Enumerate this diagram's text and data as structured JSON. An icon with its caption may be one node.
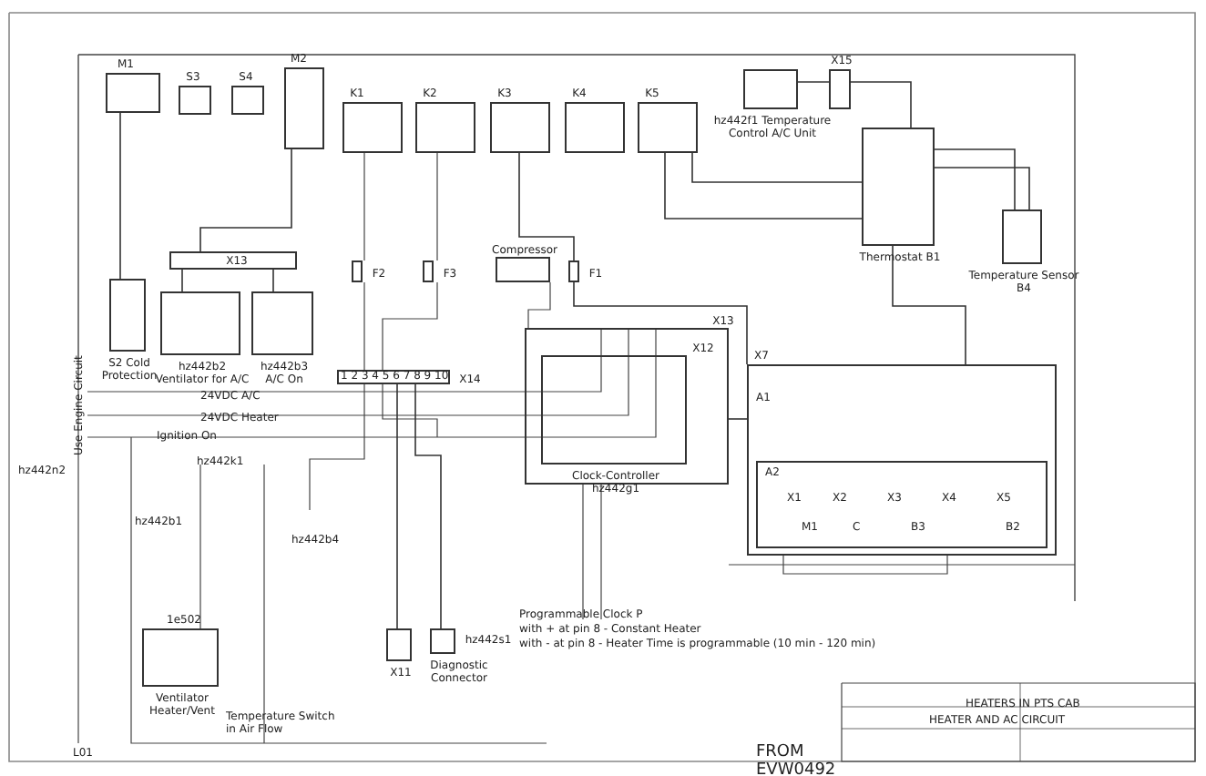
{
  "diagram": {
    "nodes": [
      {
        "text": [
          "M1"
        ]
      },
      {
        "text": [
          "S3"
        ]
      },
      {
        "text": [
          "S4"
        ]
      },
      {
        "text": [
          "M2"
        ]
      },
      {
        "text": [
          "K1"
        ]
      },
      {
        "text": [
          "K2"
        ]
      },
      {
        "text": [
          "K3"
        ]
      },
      {
        "text": [
          "K4"
        ]
      },
      {
        "text": [
          "K5"
        ]
      },
      {
        "text": [
          "hz442f1 Temperature Control A/C Unit"
        ]
      },
      {
        "text": [
          "X15"
        ]
      },
      {
        "text": [
          "Thermostat B1"
        ]
      },
      {
        "text": [
          "Temperature Sensor B4"
        ]
      },
      {
        "text": [
          "X13"
        ]
      },
      {
        "text": [
          "S2 Cold Protection"
        ]
      },
      {
        "text": [
          "hz442b2 Ventilator for A/C"
        ]
      },
      {
        "text": [
          "hz442b3 A/C On"
        ]
      },
      {
        "text": [
          "F2"
        ]
      },
      {
        "text": [
          "F3"
        ]
      },
      {
        "text": [
          "Compressor"
        ]
      },
      {
        "text": [
          "F1"
        ]
      },
      {
        "text": [
          "X14"
        ]
      },
      {
        "text": [
          "X13"
        ]
      },
      {
        "text": [
          "X12",
          "Clock-Controller hz442g1"
        ],
        "in": 22
      },
      {
        "text": [
          "X7",
          "A1"
        ]
      },
      {
        "text": [
          "A2"
        ],
        "in": 24
      },
      {
        "text": [
          "X11"
        ]
      },
      {
        "text": [
          "hz442s1",
          "Diagnostic Connector"
        ]
      },
      {
        "text": [
          "1e502",
          "Ventilator Heater/Vent"
        ]
      }
    ],
    "edges": [
      {
        "from": 9,
        "to": 10,
        "arrow": "none"
      },
      {
        "from": 10,
        "to": 11,
        "arrow": "none"
      },
      {
        "from": 11,
        "to": 12,
        "arrow": "none"
      },
      {
        "from": 11,
        "to": 12,
        "arrow": "none"
      },
      {
        "from": 3,
        "to": 13,
        "arrow": "none"
      },
      {
        "from": 13,
        "to": 15,
        "arrow": "none"
      },
      {
        "from": 13,
        "to": 16,
        "arrow": "none"
      },
      {
        "from": 21,
        "to": 26,
        "arrow": "none"
      },
      {
        "from": 21,
        "to": 27,
        "arrow": "none"
      },
      {
        "from": 22,
        "to": 24,
        "arrow": "none"
      },
      {
        "from": 0,
        "to": 14,
        "arrow": "none"
      },
      {
        "from": 8,
        "to": 11,
        "arrow": "none"
      },
      {
        "from": 8,
        "to": 11,
        "arrow": "none"
      },
      {
        "from": 20,
        "to": 24,
        "arrow": "none"
      },
      {
        "from": 11,
        "to": 24,
        "arrow": "none"
      },
      {
        "from": 6,
        "to": 20,
        "arrow": "none"
      }
    ],
    "labels": [
      "1 2 3 4 5 6 7 8 9 10",
      "24VDC A/C",
      "24VDC Heater",
      "Ignition On",
      "Use Engine Circuit",
      "hz442n2",
      "hz442b1",
      "hz442b4",
      "hz442k1",
      "Temperature Switch in Air Flow",
      "L01",
      "Programmable Clock P",
      "with + at pin 8 - Constant Heater",
      "with - at pin 8 - Heater Time is programmable (10 min - 120 min)",
      "X1",
      "X2",
      "X3",
      "X4",
      "X5",
      "M1",
      "C",
      "B3",
      "B2",
      "FROM EVW0492",
      "HEATERS IN PTS CAB",
      "HEATER AND AC CIRCUIT"
    ]
  }
}
